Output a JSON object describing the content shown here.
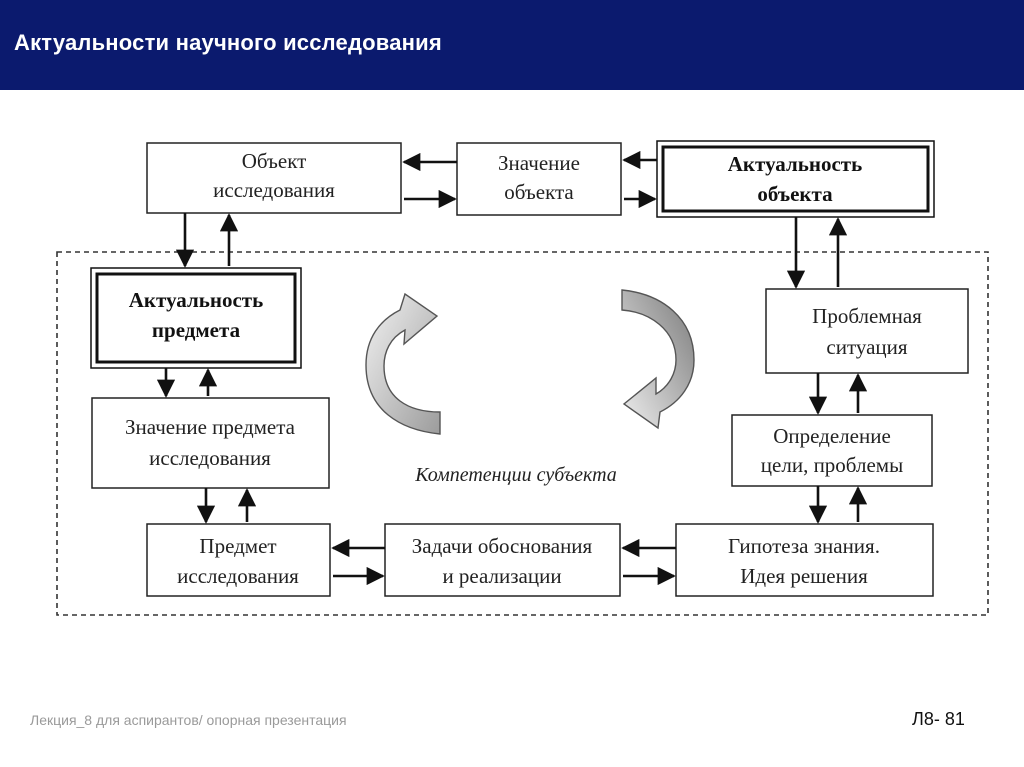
{
  "header": {
    "title": "Актуальности научного исследования"
  },
  "diagram": {
    "nodes": {
      "object": [
        "Объект",
        "исследования"
      ],
      "object_meaning": [
        "Значение",
        "объекта"
      ],
      "object_relevance": [
        "Актуальность",
        "объекта"
      ],
      "subject_relevance": [
        "Актуальность",
        "предмета"
      ],
      "problem_situation": [
        "Проблемная",
        "ситуация"
      ],
      "subject_meaning": [
        "Значение предмета",
        "исследования"
      ],
      "goal_definition": [
        "Определение",
        "цели, проблемы"
      ],
      "subject": [
        "Предмет",
        "исследования"
      ],
      "tasks": [
        "Задачи обоснования",
        "и реализации"
      ],
      "hypothesis": [
        "Гипотеза знания.",
        "Идея решения"
      ]
    },
    "center_label": "Компетенции субъекта"
  },
  "footer": {
    "left": "Лекция_8  для аспирантов/ опорная презентация",
    "right": "Л8- 81"
  },
  "colors": {
    "header_bg": "#0b1a6e",
    "header_text": "#ffffff",
    "footer_text": "#9a9a9a"
  }
}
